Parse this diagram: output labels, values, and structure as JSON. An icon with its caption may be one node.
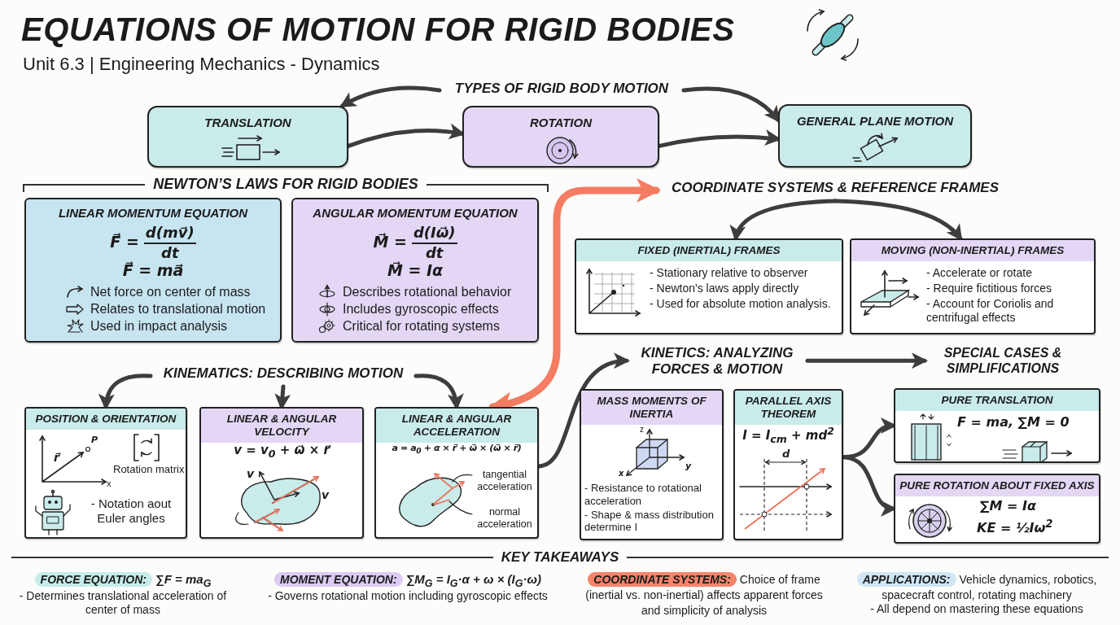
{
  "diagram": {
    "title": "EQUATIONS OF MOTION FOR RIGID BODIES",
    "nodes": [
      {
        "text": [
          "TYPES OF RIGID BODY MOTION"
        ]
      },
      {
        "text": [
          "TRANSLATION"
        ]
      },
      {
        "text": [
          "ROTATION"
        ]
      },
      {
        "text": [
          "GENERAL PLANE MOTION"
        ]
      },
      {
        "text": [
          "LINEAR MOMENTUM EQUATION",
          "F⃗ =",
          "d(mv⃗)",
          "dt",
          "F⃗ = ma⃗",
          "Net force on center of mass",
          "Relates to translational motion",
          "Used in impact analysis"
        ]
      },
      {
        "text": [
          "ANGULAR MOMENTUM EQUATION",
          "M⃗ =",
          "d(Iω⃗)",
          "dt",
          "M⃗ = Iα",
          "Describes rotational behavior",
          "Includes gyroscopic effects",
          "Critical for rotating systems"
        ]
      },
      {
        "text": [
          "COORDINATE SYSTEMS & REFERENCE FRAMES"
        ]
      },
      {
        "text": [
          "FIXED (INERTIAL) FRAMES",
          "- Stationary relative to observer",
          "- Newton's laws apply directly",
          "- Used for absolute motion analysis."
        ]
      },
      {
        "text": [
          "MOVING (NON-INERTIAL) FRAMES",
          "- Accelerate or rotate",
          "- Require fictitious forces",
          "- Account for Coriolis and centrifugal effects"
        ]
      },
      {
        "text": [
          "KINEMATICS: DESCRIBING MOTION"
        ]
      },
      {
        "text": [
          "POSITION & ORIENTATION",
          "r⃗",
          "P",
          "x",
          "Rotation matrix",
          "- Notation aout Euler angles"
        ]
      },
      {
        "text": [
          "LINEAR & ANGULAR VELOCITY",
          "v = v$_{0}$ + ω⃗ × r⃗",
          "v",
          "v"
        ]
      },
      {
        "text": [
          "LINEAR & ANGULAR ACCELERATION",
          "a = a$_{0}$ + α × r⃗ + ω⃗ × (ω⃗ × r⃗)",
          "tangential acceleration",
          "normal acceleration"
        ]
      },
      {
        "text": [
          "KINETICS: ANALYZING FORCES & MOTION"
        ]
      },
      {
        "text": [
          "MASS MOMENTS OF INERTIA",
          "z",
          "y",
          "x",
          "- Resistance to rotational acceleration",
          "- Shape & mass distribution determine I"
        ]
      },
      {
        "text": [
          "PARALLEL AXIS THEOREM",
          "I = I$_{cm}$ + md$^{2}$",
          "d"
        ]
      },
      {
        "text": [
          "SPECIAL CASES & SIMPLIFICATIONS"
        ]
      },
      {
        "text": [
          "PURE TRANSLATION",
          "F = ma, ∑M = 0"
        ]
      },
      {
        "text": [
          "PURE ROTATION ABOUT FIXED AXIS",
          "∑M = Iα",
          "KE = ½Iω$^{2}$"
        ]
      }
    ],
    "edges": [
      {
        "from": 0,
        "to": 1,
        "arrow": "to"
      },
      {
        "from": 0,
        "to": 3,
        "arrow": "to"
      },
      {
        "from": 1,
        "to": 2,
        "arrow": "to"
      },
      {
        "from": 2,
        "to": 3,
        "arrow": "to"
      },
      {
        "from": 12,
        "to": 6,
        "arrow": "both",
        "style": "thick",
        "color": "#f47c62"
      },
      {
        "from": 6,
        "to": 7,
        "arrow": "to"
      },
      {
        "from": 6,
        "to": 8,
        "arrow": "to"
      },
      {
        "from": 9,
        "to": 10,
        "arrow": "to"
      },
      {
        "from": 9,
        "to": 11,
        "arrow": "to"
      },
      {
        "from": 9,
        "to": 12,
        "arrow": "to"
      },
      {
        "from": 12,
        "to": 13,
        "arrow": "to"
      },
      {
        "from": 13,
        "to": 16,
        "arrow": "to"
      },
      {
        "from": 15,
        "to": 17,
        "arrow": "to"
      },
      {
        "from": 15,
        "to": 18,
        "arrow": "to"
      }
    ],
    "labels": [
      "Unit 6.3 | Engineering Mechanics - Dynamics",
      "NEWTON’S LAWS FOR RIGID BODIES",
      "KEY TAKEAWAYS",
      "FORCE EQUATION:",
      "∑F = ma$_{G}$",
      "- Determines translational acceleration of center of mass",
      "MOMENT EQUATION:",
      "∑M$_{G}$ = I$_{G}$·α + ω × (I$_{G}$·ω)",
      "- Governs rotational motion including gyroscopic effects",
      "COORDINATE SYSTEMS:",
      "Choice of frame (inertial vs. non-inertial) affects apparent forces and simplicity of analysis",
      "APPLICATIONS:",
      "Vehicle dynamics, robotics, spacecraft control, rotating machinery",
      "- All depend on mastering these equations"
    ]
  }
}
